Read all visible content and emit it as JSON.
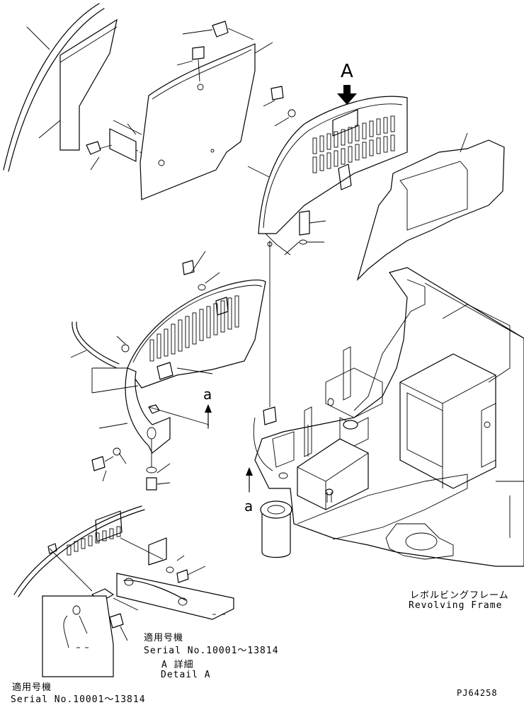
{
  "labels": {
    "view_a_marker": "A",
    "section_a_upper": "a",
    "section_a_lower": "a",
    "revolving_frame_jp": "レボルビングフレーム",
    "revolving_frame_en": "Revolving Frame",
    "applicable_jp_1": "適用号機",
    "serial_1": "Serial No.10001～13814",
    "detail_a_jp": "A 詳細",
    "detail_a_en": "Detail A",
    "applicable_jp_2": "適用号機",
    "serial_2": "Serial No.10001～13814",
    "drawing_code": "PJ64258"
  }
}
